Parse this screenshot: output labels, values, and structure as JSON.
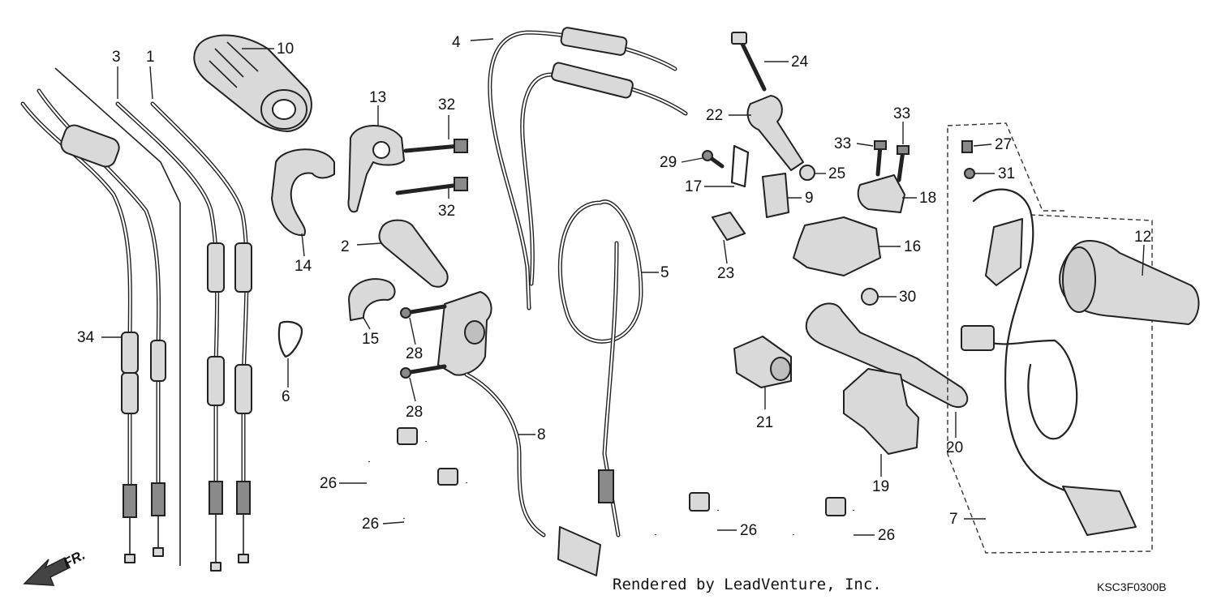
{
  "callouts": [
    "1",
    "2",
    "3",
    "4",
    "5",
    "6",
    "7",
    "8",
    "9",
    "10",
    "12",
    "13",
    "14",
    "15",
    "16",
    "17",
    "18",
    "19",
    "20",
    "21",
    "22",
    "23",
    "24",
    "25",
    "26",
    "26",
    "26",
    "26",
    "27",
    "28",
    "28",
    "29",
    "30",
    "31",
    "32",
    "32",
    "33",
    "33",
    "34"
  ],
  "direction_label": "FR.",
  "credit": "Rendered by LeadVenture, Inc.",
  "diagram_code": "KSC3F0300B"
}
